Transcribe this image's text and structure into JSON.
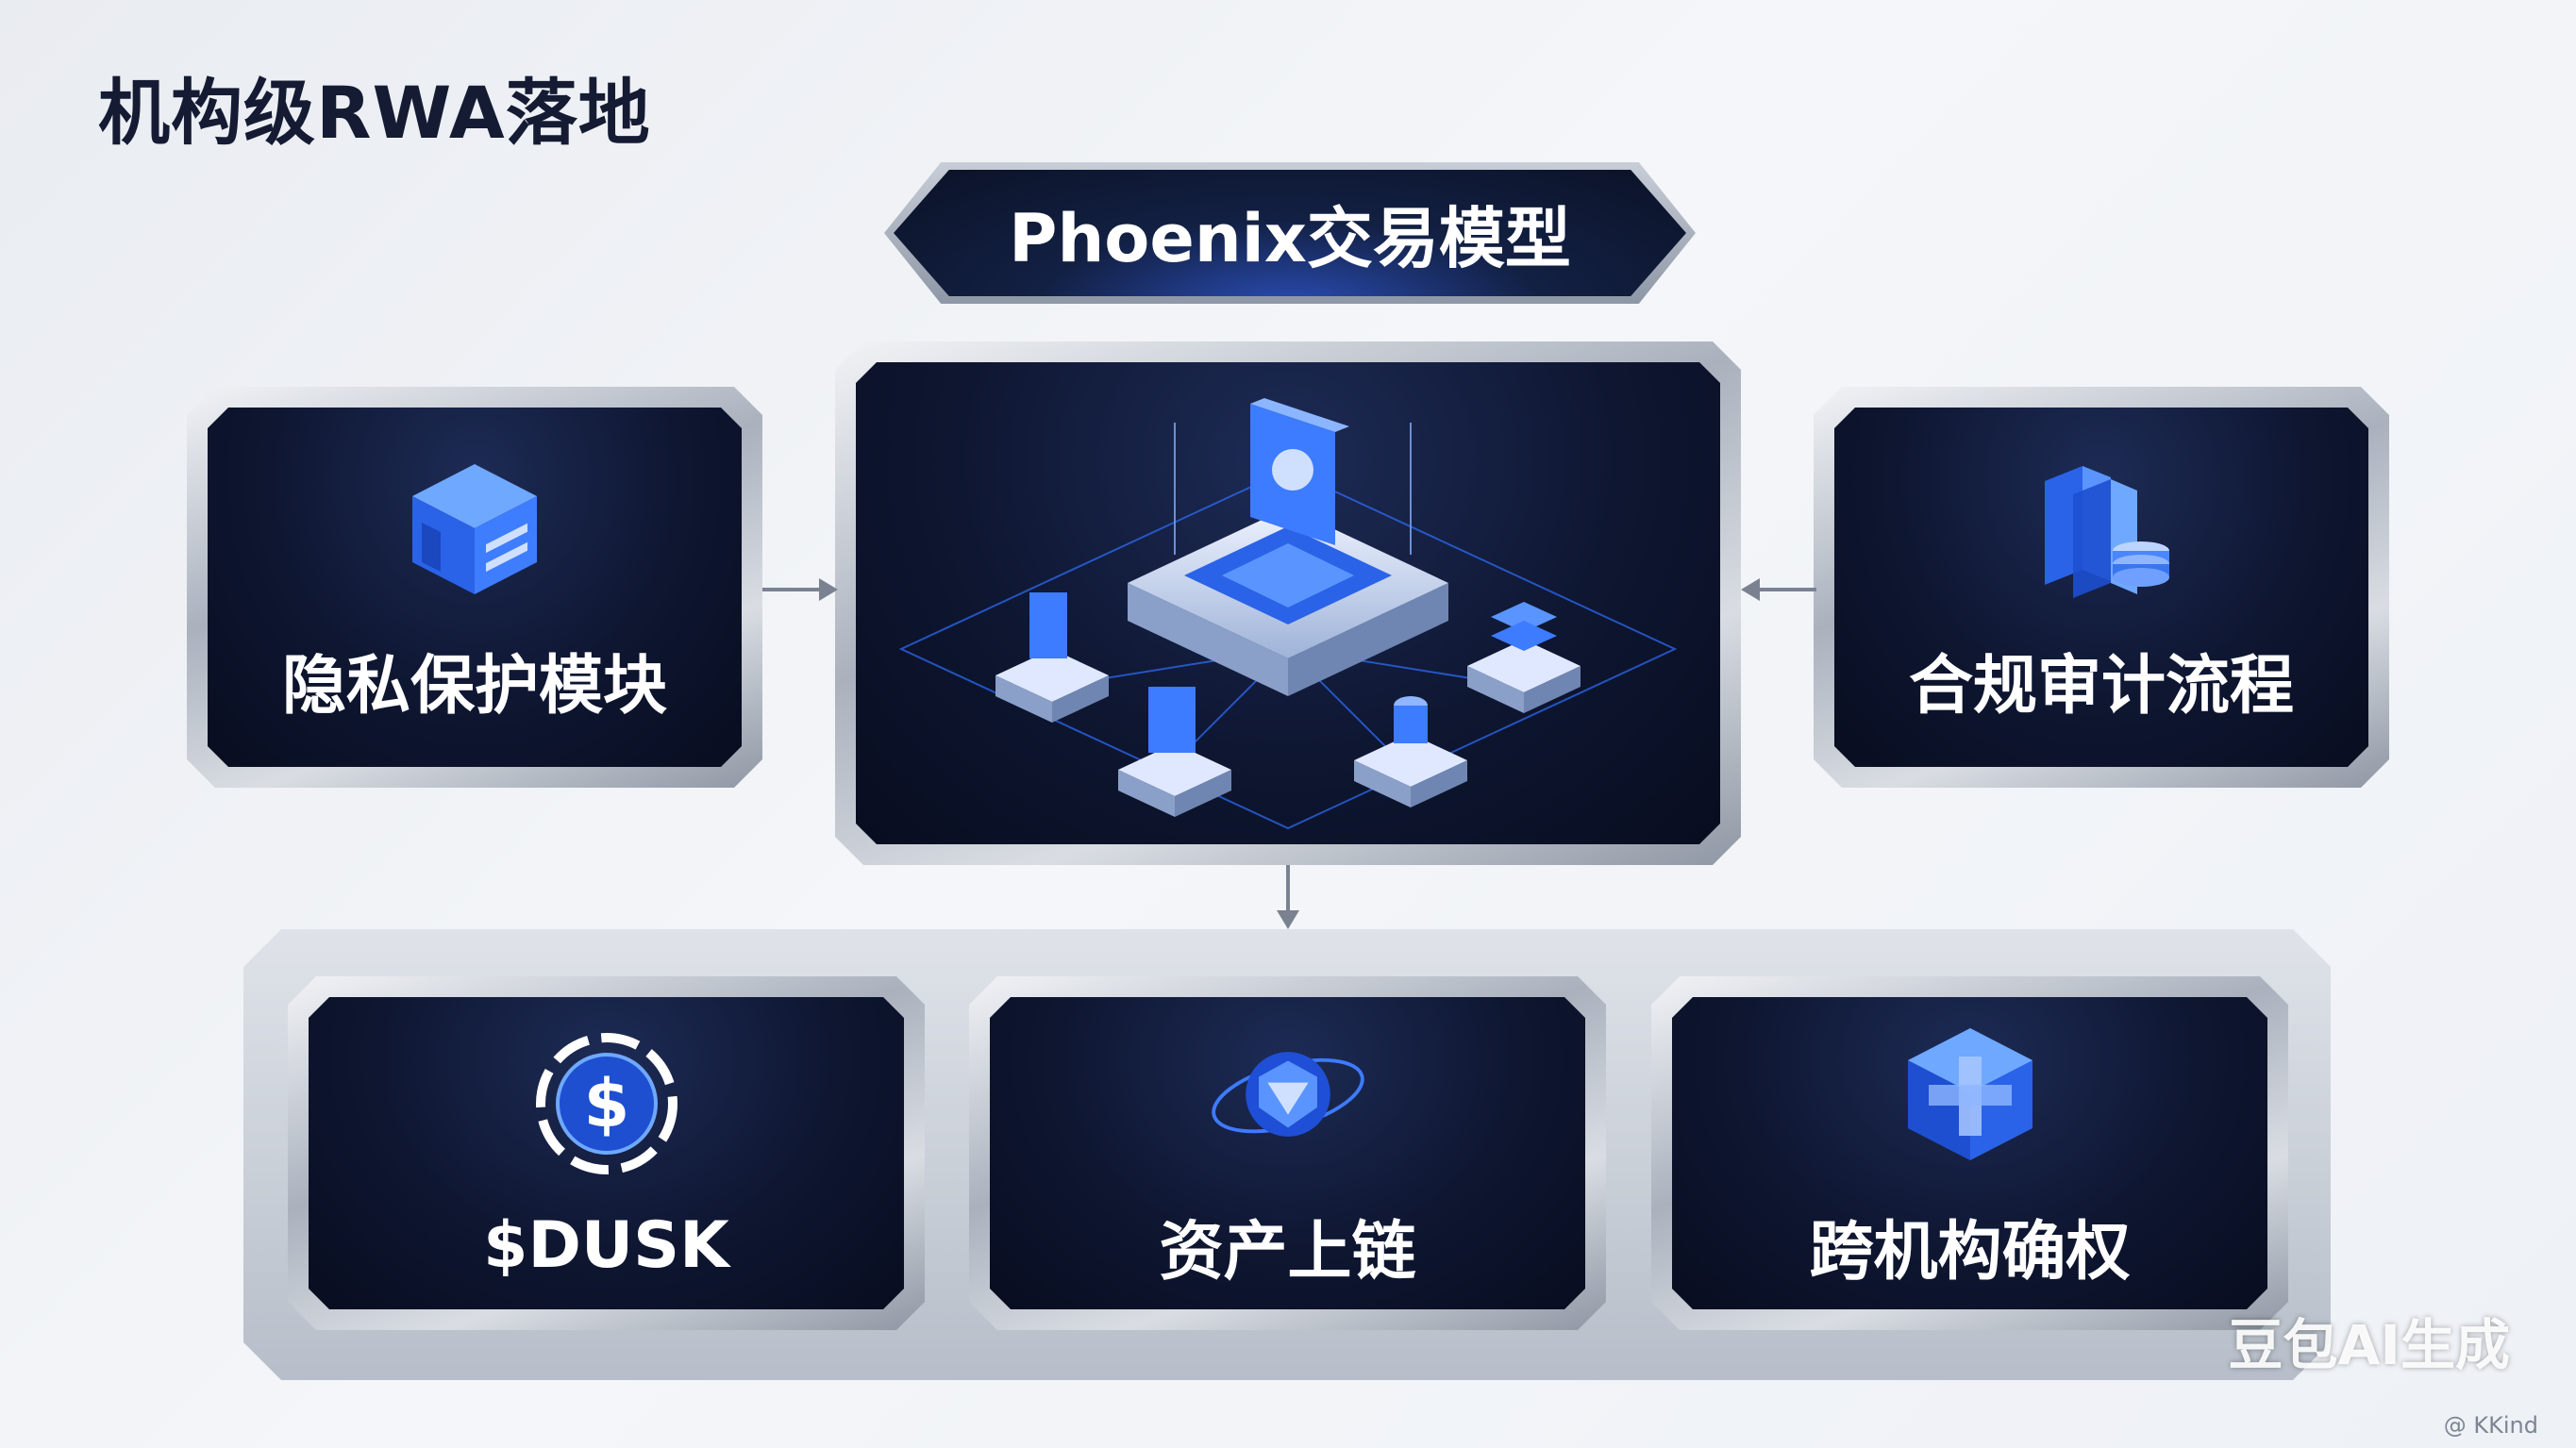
{
  "title": "机构级RWA落地",
  "banner": {
    "label": "Phoenix交易模型"
  },
  "cards": {
    "privacy": {
      "label": "隐私保护模块",
      "icon": "cube-icon"
    },
    "center": {
      "icon": "network-platform-icon"
    },
    "compliance": {
      "label": "合规审计流程",
      "icon": "document-stack-icon"
    }
  },
  "bottom_cards": [
    {
      "label": "$DUSK",
      "icon": "dollar-coin-icon"
    },
    {
      "label": "资产上链",
      "icon": "shield-orbit-icon"
    },
    {
      "label": "跨机构确权",
      "icon": "cross-cube-icon"
    }
  ],
  "watermark": {
    "text": "豆包AI生成",
    "credit": "@ KKind"
  },
  "colors": {
    "accent": "#3a7bff",
    "card_bg": "#0e1631",
    "title": "#141b33"
  }
}
